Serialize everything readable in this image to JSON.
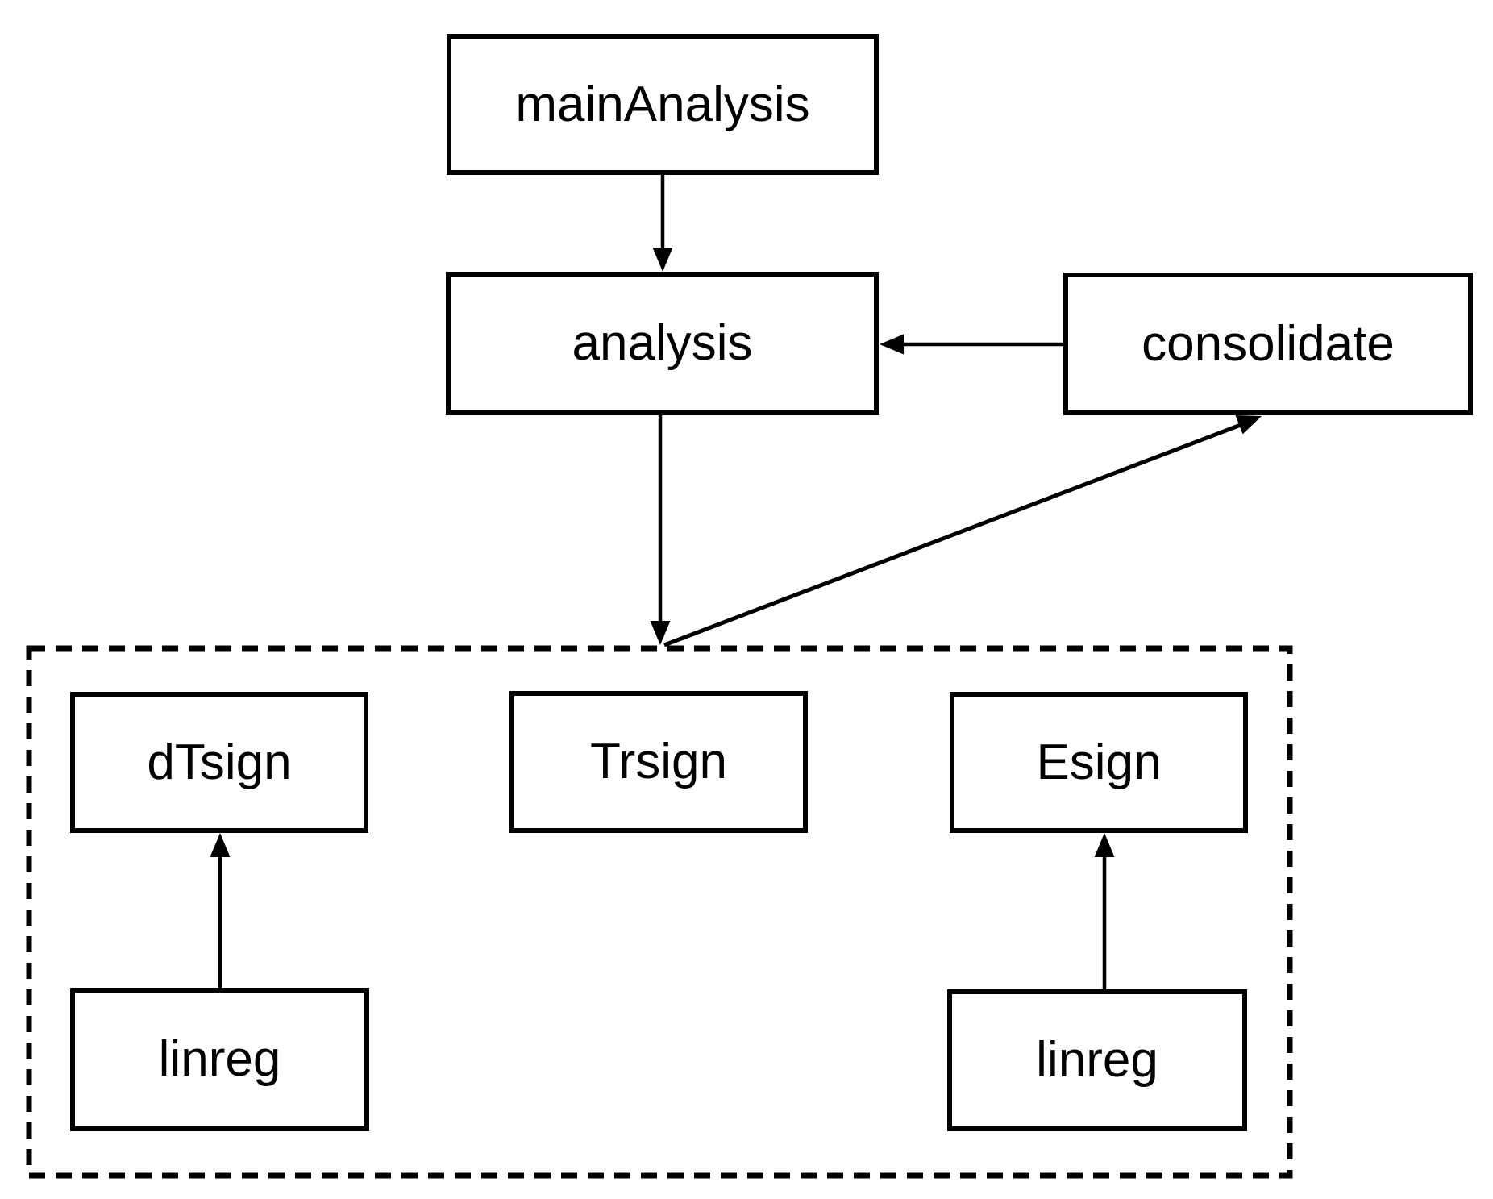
{
  "diagram": {
    "type": "flowchart",
    "background_color": "#ffffff",
    "line_color": "#000000",
    "box_fill": "#ffffff",
    "nodes": {
      "mainAnalysis": {
        "label": "mainAnalysis"
      },
      "analysis": {
        "label": "analysis"
      },
      "consolidate": {
        "label": "consolidate"
      },
      "dTsign": {
        "label": "dTsign"
      },
      "Trsign": {
        "label": "Trsign"
      },
      "Esign": {
        "label": "Esign"
      },
      "linreg_left": {
        "label": "linreg"
      },
      "linreg_right": {
        "label": "linreg"
      }
    },
    "groups": [
      {
        "name": "dashed-container",
        "style": "dashed",
        "contains": [
          "dTsign",
          "Trsign",
          "Esign",
          "linreg_left",
          "linreg_right"
        ]
      }
    ],
    "edges": [
      {
        "from": "mainAnalysis",
        "to": "analysis",
        "direction": "down"
      },
      {
        "from": "consolidate",
        "to": "analysis",
        "direction": "left"
      },
      {
        "from": "analysis",
        "to": "dashed-container",
        "direction": "down"
      },
      {
        "from": "dashed-container",
        "to": "consolidate",
        "direction": "up-right-diagonal"
      },
      {
        "from": "linreg_left",
        "to": "dTsign",
        "direction": "up"
      },
      {
        "from": "linreg_right",
        "to": "Esign",
        "direction": "up"
      }
    ]
  }
}
